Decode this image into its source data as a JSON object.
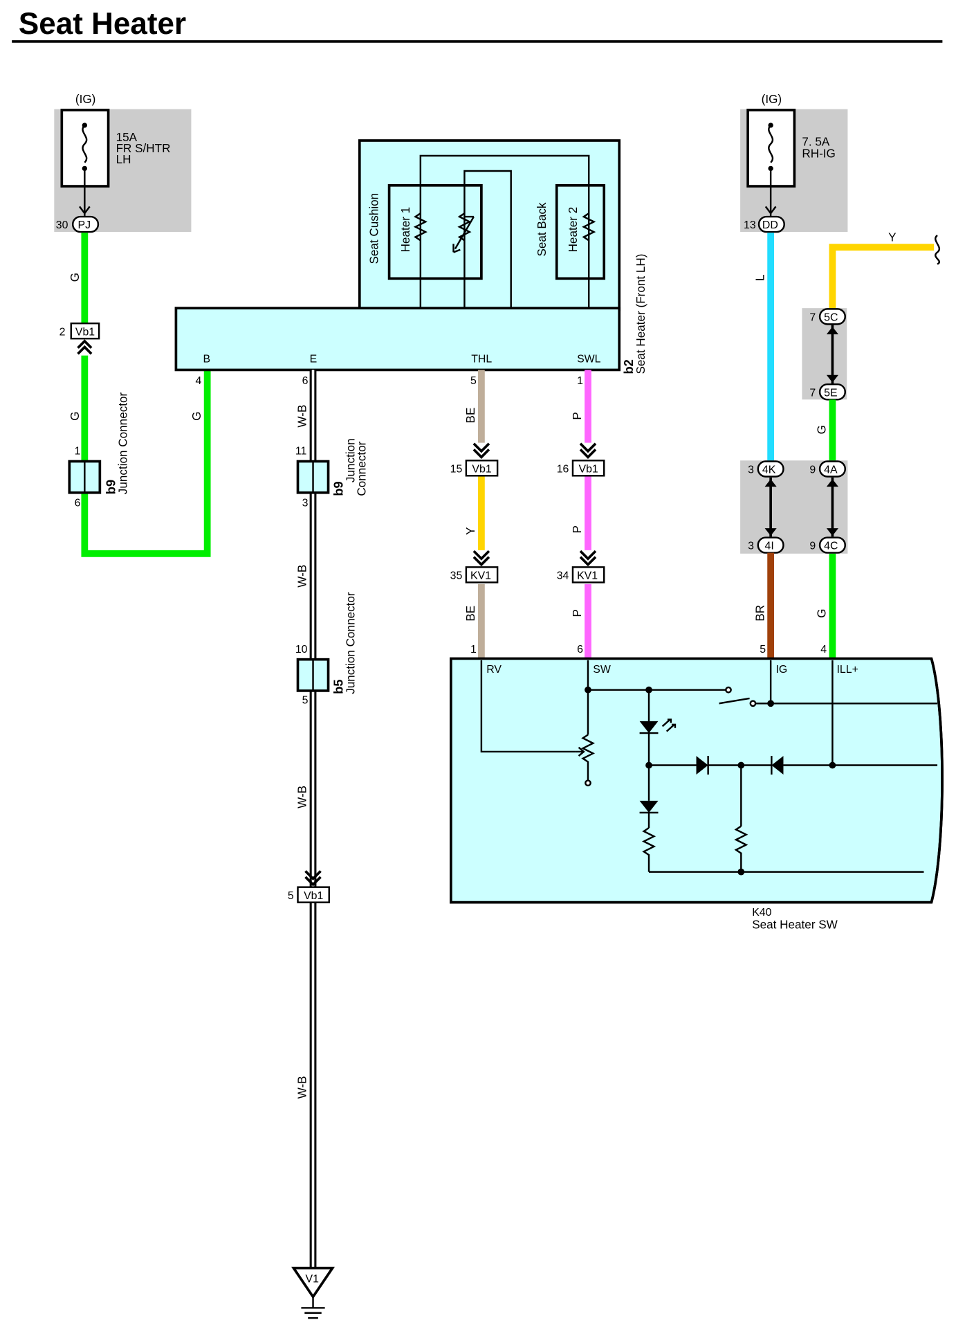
{
  "title": "Seat Heater",
  "fuses": {
    "left": {
      "source": "(IG)",
      "rating": "15A",
      "line1": "FR S/HTR",
      "line2": "LH",
      "connector": "PJ",
      "pin": "30"
    },
    "right": {
      "source": "(IG)",
      "rating": "7. 5A",
      "line1": "RH-IG",
      "connector": "DD",
      "pin": "13"
    }
  },
  "seat_heater": {
    "code": "b2",
    "name": "Seat Heater (Front LH)",
    "cushion_label": "Seat Cushion",
    "back_label": "Seat Back",
    "heater1_label": "Heater 1",
    "heater2_label": "Heater 2",
    "terminals": {
      "b": "B",
      "e": "E",
      "thl": "THL",
      "swl": "SWL"
    },
    "pins": {
      "b": "4",
      "e": "6",
      "thl": "5",
      "swl": "1"
    }
  },
  "junctions": {
    "b9_left": {
      "code": "b9",
      "name": "Junction Connector",
      "pin_top": "1",
      "pin_bottom": "6"
    },
    "b9_mid": {
      "code": "b9",
      "name1": "Junction",
      "name2": "Connector",
      "pin_top": "11",
      "pin_bottom": "3"
    },
    "b5": {
      "code": "b5",
      "name": "Junction Connector",
      "pin_top": "10",
      "pin_bottom": "5"
    }
  },
  "connectors": {
    "vb1_left": {
      "id": "Vb1",
      "pin": "2"
    },
    "vb1_thl": {
      "id": "Vb1",
      "pin": "15"
    },
    "vb1_swl": {
      "id": "Vb1",
      "pin": "16"
    },
    "kv1_thl": {
      "id": "KV1",
      "pin": "35"
    },
    "kv1_swl": {
      "id": "KV1",
      "pin": "34"
    },
    "vb1_ground": {
      "id": "Vb1",
      "pin": "5"
    },
    "c5c": {
      "id": "5C",
      "pin": "7"
    },
    "c5e": {
      "id": "5E",
      "pin": "7"
    },
    "c4k": {
      "id": "4K",
      "pin": "3"
    },
    "c4i": {
      "id": "4I",
      "pin": "3"
    },
    "c4a": {
      "id": "4A",
      "pin": "9"
    },
    "c4c": {
      "id": "4C",
      "pin": "9"
    }
  },
  "wire_labels": {
    "g": "G",
    "wb": "W-B",
    "be": "BE",
    "p": "P",
    "y": "Y",
    "l": "L",
    "br": "BR"
  },
  "switch": {
    "code": "K40",
    "name": "Seat Heater SW",
    "terminals": {
      "rv": "RV",
      "sw": "SW",
      "ig": "IG",
      "ill": "ILL+"
    },
    "pins": {
      "rv": "1",
      "sw": "6",
      "ig": "5",
      "ill": "4"
    }
  },
  "ground": {
    "id": "V1"
  },
  "colors": {
    "g": "#00ee00",
    "l": "#22ddff",
    "y": "#ffd500",
    "be": "#bfae9a",
    "p": "#ff66ff",
    "br": "#a0400a",
    "box": "#ccffff",
    "fuse_bg": "#cccccc"
  }
}
